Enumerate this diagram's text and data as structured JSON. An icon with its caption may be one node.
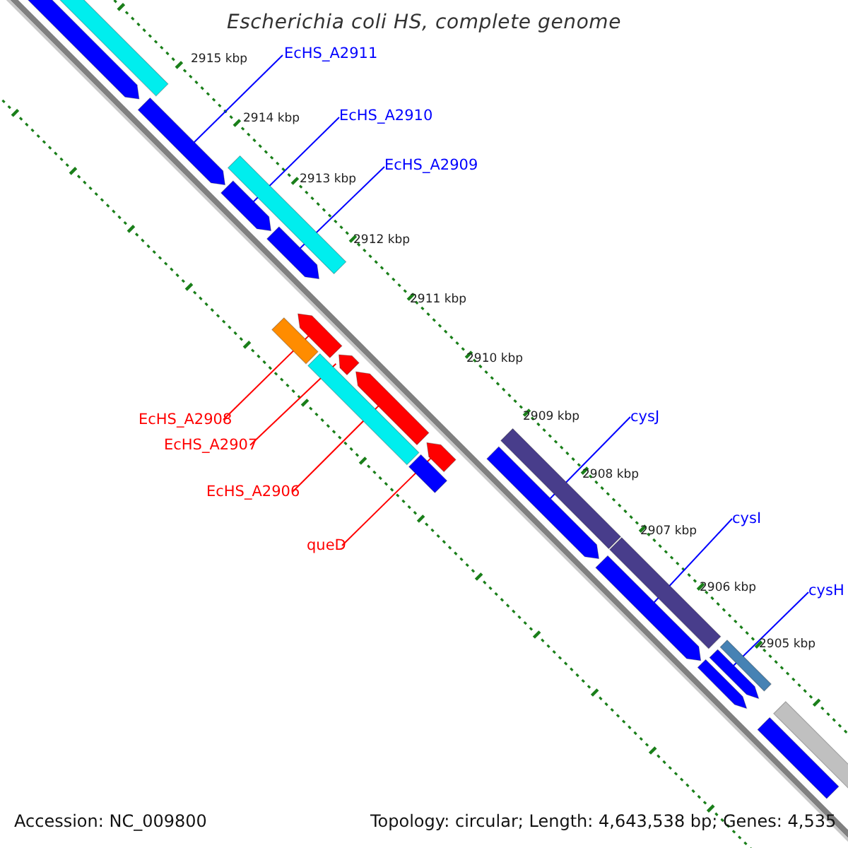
{
  "diagram": {
    "title": "Escherichia coli HS, complete genome",
    "nodes": [
      {
        "text": [
          "EcHS_A2911"
        ]
      },
      {
        "text": [],
        "shape": "bar"
      },
      {
        "text": [
          "EcHS_A2910"
        ]
      },
      {
        "text": [],
        "shape": "bar"
      },
      {
        "text": [
          "EcHS_A2909"
        ]
      },
      {
        "text": [],
        "shape": "bar"
      },
      {
        "text": [
          "EcHS_A2908"
        ]
      },
      {
        "text": [],
        "shape": "bar"
      },
      {
        "text": [
          "EcHS_A2907"
        ]
      },
      {
        "text": [],
        "shape": "bar"
      },
      {
        "text": [
          "EcHS_A2906"
        ]
      },
      {
        "text": [],
        "shape": "bar"
      },
      {
        "text": [
          "queD"
        ]
      },
      {
        "text": [],
        "shape": "bar"
      },
      {
        "text": [
          "cysJ"
        ]
      },
      {
        "text": [],
        "shape": "bar"
      },
      {
        "text": [
          "cysI"
        ]
      },
      {
        "text": [],
        "shape": "bar"
      },
      {
        "text": [
          "cysH"
        ]
      },
      {
        "text": [],
        "shape": "bar"
      },
      {
        "text": [],
        "shape": "bar"
      },
      {
        "text": [],
        "shape": "bar"
      },
      {
        "text": [],
        "shape": "bar"
      },
      {
        "text": [],
        "shape": "bar"
      },
      {
        "text": [],
        "shape": "bar"
      },
      {
        "text": [],
        "shape": "bar"
      },
      {
        "text": [],
        "shape": "bar"
      },
      {
        "text": [],
        "shape": "bar"
      },
      {
        "text": [],
        "shape": "bar"
      },
      {
        "text": [],
        "shape": "bar"
      },
      {
        "text": [],
        "shape": "bar"
      },
      {
        "text": [],
        "shape": "bar"
      }
    ],
    "edges": [
      {
        "from": 0,
        "to": 1,
        "arrow": "none"
      },
      {
        "from": 2,
        "to": 3,
        "arrow": "none"
      },
      {
        "from": 4,
        "to": 5,
        "arrow": "none"
      },
      {
        "from": 6,
        "to": 7,
        "arrow": "none",
        "color": "#ff0000"
      },
      {
        "from": 8,
        "to": 9,
        "arrow": "none",
        "color": "#ff0000"
      },
      {
        "from": 10,
        "to": 11,
        "arrow": "none",
        "color": "#ff0000"
      },
      {
        "from": 12,
        "to": 13,
        "arrow": "none",
        "color": "#ff0000"
      },
      {
        "from": 14,
        "to": 15,
        "arrow": "none"
      },
      {
        "from": 16,
        "to": 17,
        "arrow": "none"
      },
      {
        "from": 18,
        "to": 19,
        "arrow": "none"
      }
    ],
    "labels": [
      "2915 kbp",
      "2914 kbp",
      "2913 kbp",
      "2912 kbp",
      "2911 kbp",
      "2910 kbp",
      "2909 kbp",
      "2908 kbp",
      "2907 kbp",
      "2906 kbp",
      "2905 kbp",
      "Accession: NC_009800",
      "Topology: circular; Length: 4,643,538 bp; Genes: 4,535"
    ]
  }
}
